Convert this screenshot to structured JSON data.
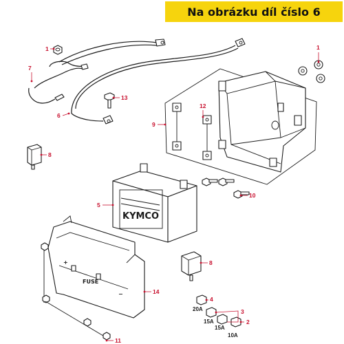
{
  "banner": {
    "text": "Na obrázku díl číslo 6",
    "color": "#f6d40d"
  },
  "accent_color": "#c8102e",
  "callouts": {
    "c1a": "1",
    "c1b": "1",
    "c2": "2",
    "c3": "3",
    "c4": "4",
    "c5": "5",
    "c6": "6",
    "c7": "7",
    "c8a": "8",
    "c8b": "8",
    "c9": "9",
    "c10": "10",
    "c11": "11",
    "c12": "12",
    "c13": "13",
    "c14": "14"
  },
  "fuses": {
    "f20": "20A",
    "f15a": "15A",
    "f15b": "15A",
    "f10": "10A"
  },
  "battery_label": {
    "brand": "KYMCO"
  },
  "fuse_plate": {
    "label": "FUSE"
  }
}
